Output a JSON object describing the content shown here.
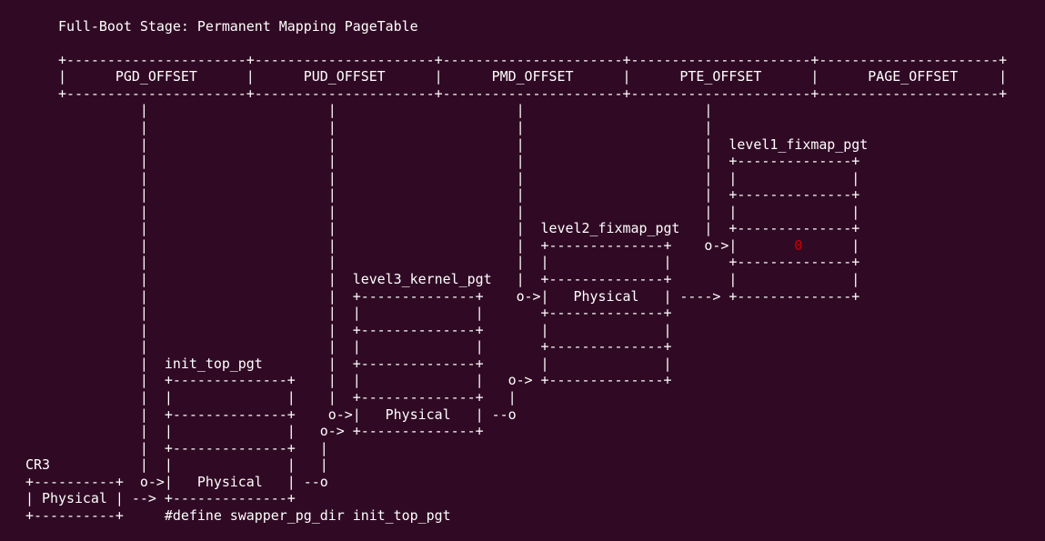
{
  "terminal": {
    "colors": {
      "background": "#300a24",
      "foreground": "#ffffff",
      "accent_red": "#cc0000"
    },
    "ascii": {
      "red_zero": {
        "line": 14,
        "col": 97
      },
      "lines": [
        "",
        "       Full-Boot Stage: Permanent Mapping PageTable",
        "",
        "       +----------------------+----------------------+----------------------+----------------------+----------------------+",
        "       |      PGD_OFFSET      |      PUD_OFFSET      |      PMD_OFFSET      |      PTE_OFFSET      |      PAGE_OFFSET     |",
        "       +----------------------+----------------------+----------------------+----------------------+----------------------+",
        "                 |                      |                      |                      |",
        "                 |                      |                      |                      |",
        "                 |                      |                      |                      |  level1_fixmap_pgt",
        "                 |                      |                      |                      |  +--------------+",
        "                 |                      |                      |                      |  |              |",
        "                 |                      |                      |                      |  +--------------+",
        "                 |                      |                      |                      |  |              |",
        "                 |                      |                      |  level2_fixmap_pgt   |  +--------------+",
        "                 |                      |                      |  +--------------+    o->|       0      |",
        "                 |                      |                      |  |              |       +--------------+",
        "                 |                      |  level3_kernel_pgt   |  +--------------+       |              |",
        "                 |                      |  +--------------+    o->|   Physical   | ----> +--------------+",
        "                 |                      |  |              |       +--------------+",
        "                 |                      |  +--------------+       |              |",
        "                 |                      |  |              |       +--------------+",
        "                 |  init_top_pgt        |  +--------------+       |              |",
        "                 |  +--------------+    |  |              |   o-> +--------------+",
        "                 |  |              |    |  +--------------+   |",
        "                 |  +--------------+    o->|   Physical   | --o",
        "                 |  |              |   o-> +--------------+",
        "                 |  +--------------+   |",
        "   CR3           |  |              |   |",
        "   +----------+  o->|   Physical   | --o",
        "   | Physical | --> +--------------+",
        "   +----------+     #define swapper_pg_dir init_top_pgt",
        ""
      ]
    }
  },
  "diagram": {
    "title": "Full-Boot Stage: Permanent Mapping PageTable",
    "offset_columns": [
      "PGD_OFFSET",
      "PUD_OFFSET",
      "PMD_OFFSET",
      "PTE_OFFSET",
      "PAGE_OFFSET"
    ],
    "register": "CR3",
    "register_cell": "Physical",
    "page_tables": [
      {
        "name": "init_top_pgt",
        "highlighted_cell": "Physical"
      },
      {
        "name": "level3_kernel_pgt",
        "highlighted_cell": "Physical"
      },
      {
        "name": "level2_fixmap_pgt",
        "highlighted_cell": "Physical"
      },
      {
        "name": "level1_fixmap_pgt",
        "highlighted_cell": "0"
      }
    ],
    "define_note": "#define swapper_pg_dir init_top_pgt"
  }
}
